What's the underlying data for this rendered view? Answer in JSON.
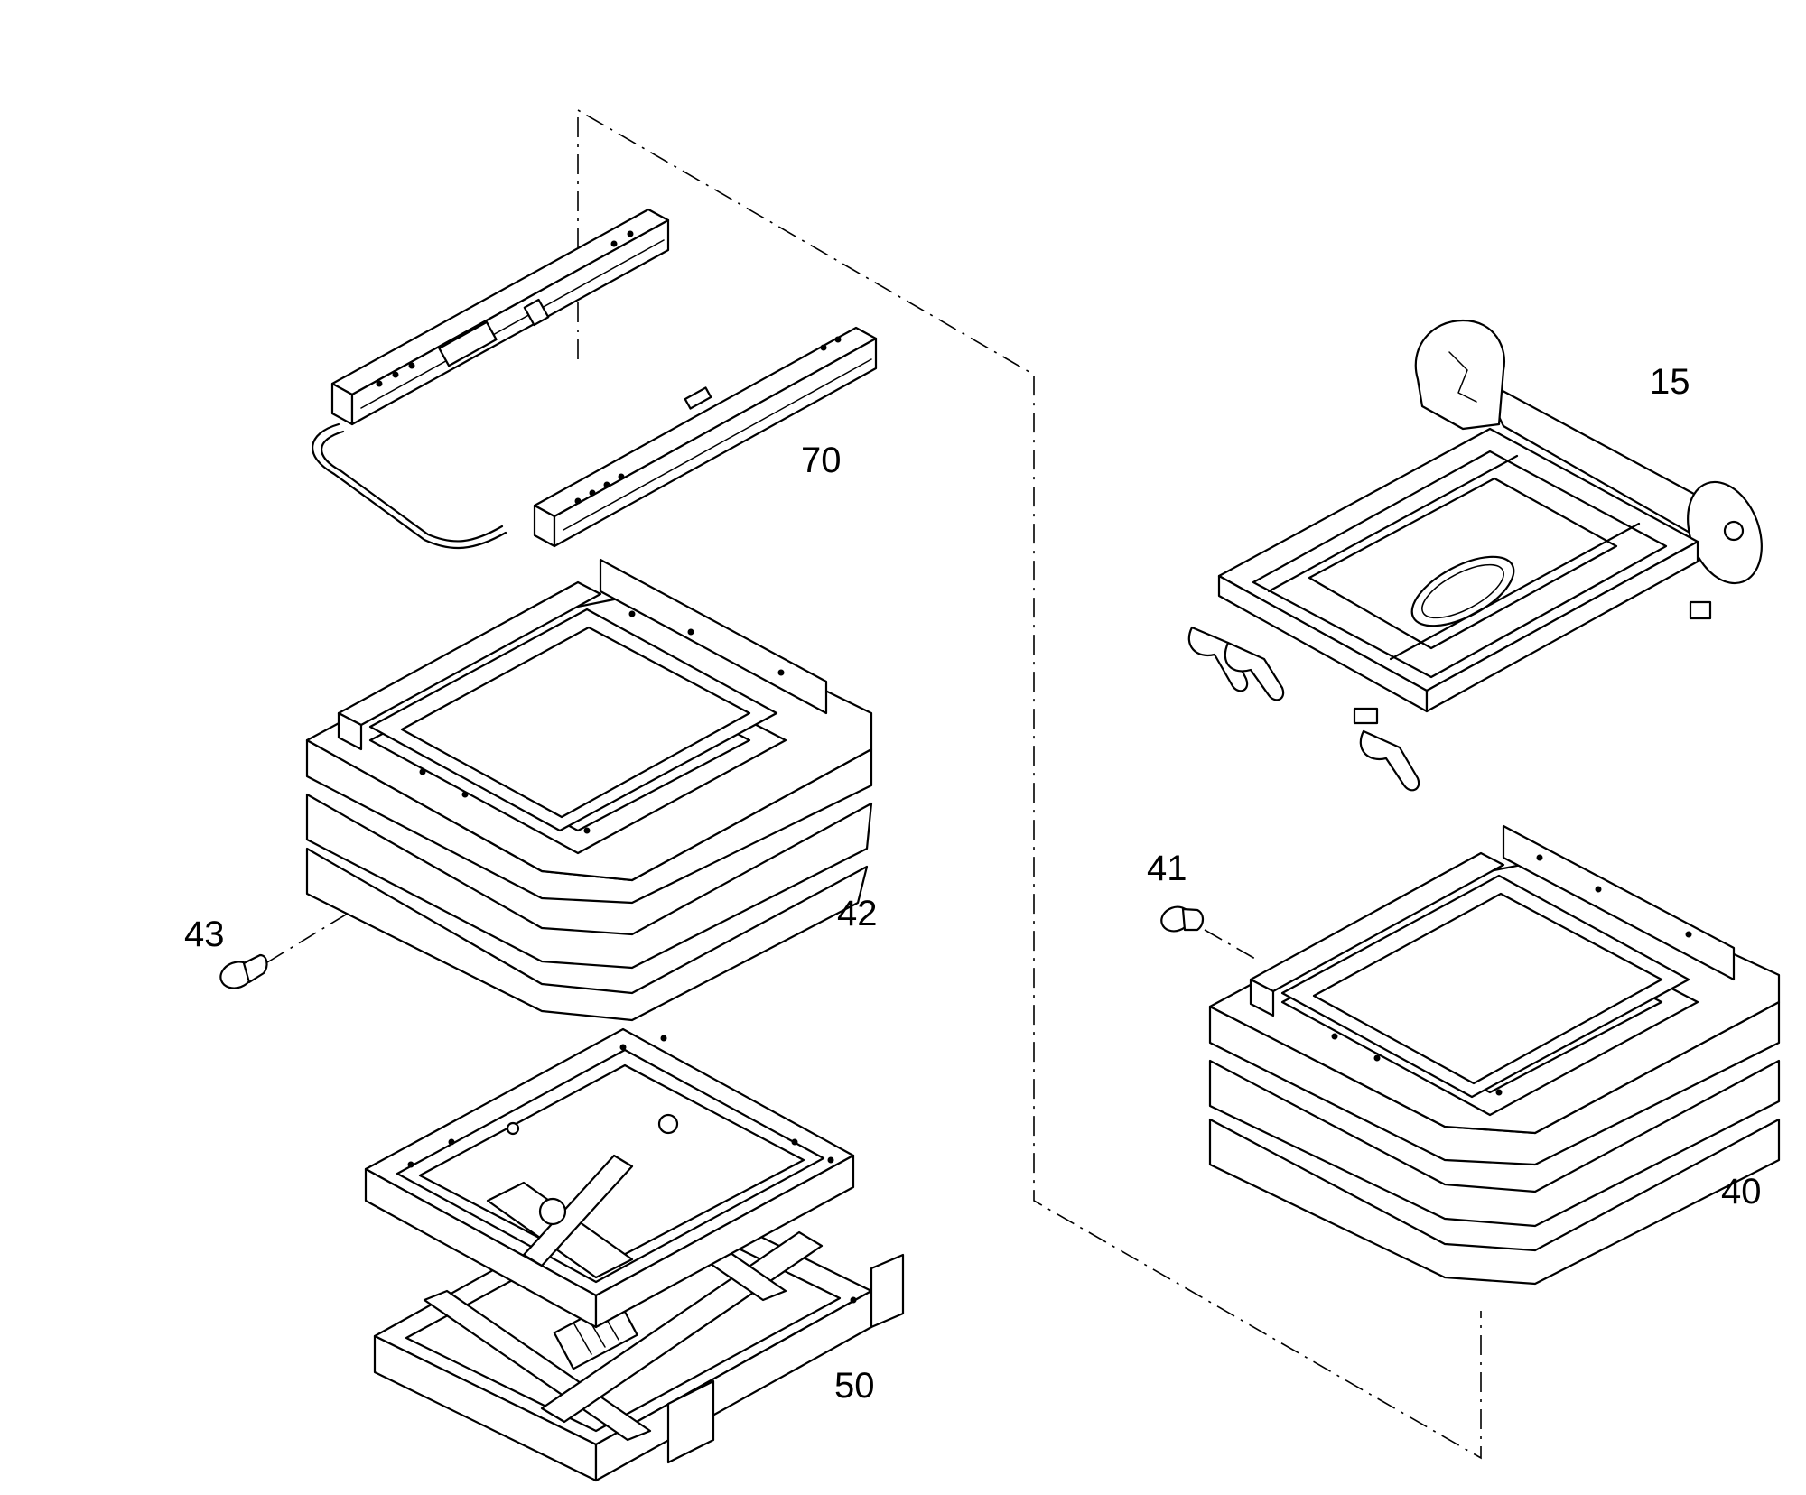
{
  "diagram": {
    "colors": {
      "line": "#000000",
      "background": "#ffffff"
    },
    "callouts": [
      {
        "id": "part-70",
        "text": "70"
      },
      {
        "id": "part-15",
        "text": "15"
      },
      {
        "id": "part-42",
        "text": "42"
      },
      {
        "id": "part-43",
        "text": "43"
      },
      {
        "id": "part-41",
        "text": "41"
      },
      {
        "id": "part-40",
        "text": "40"
      },
      {
        "id": "part-50",
        "text": "50"
      }
    ]
  }
}
